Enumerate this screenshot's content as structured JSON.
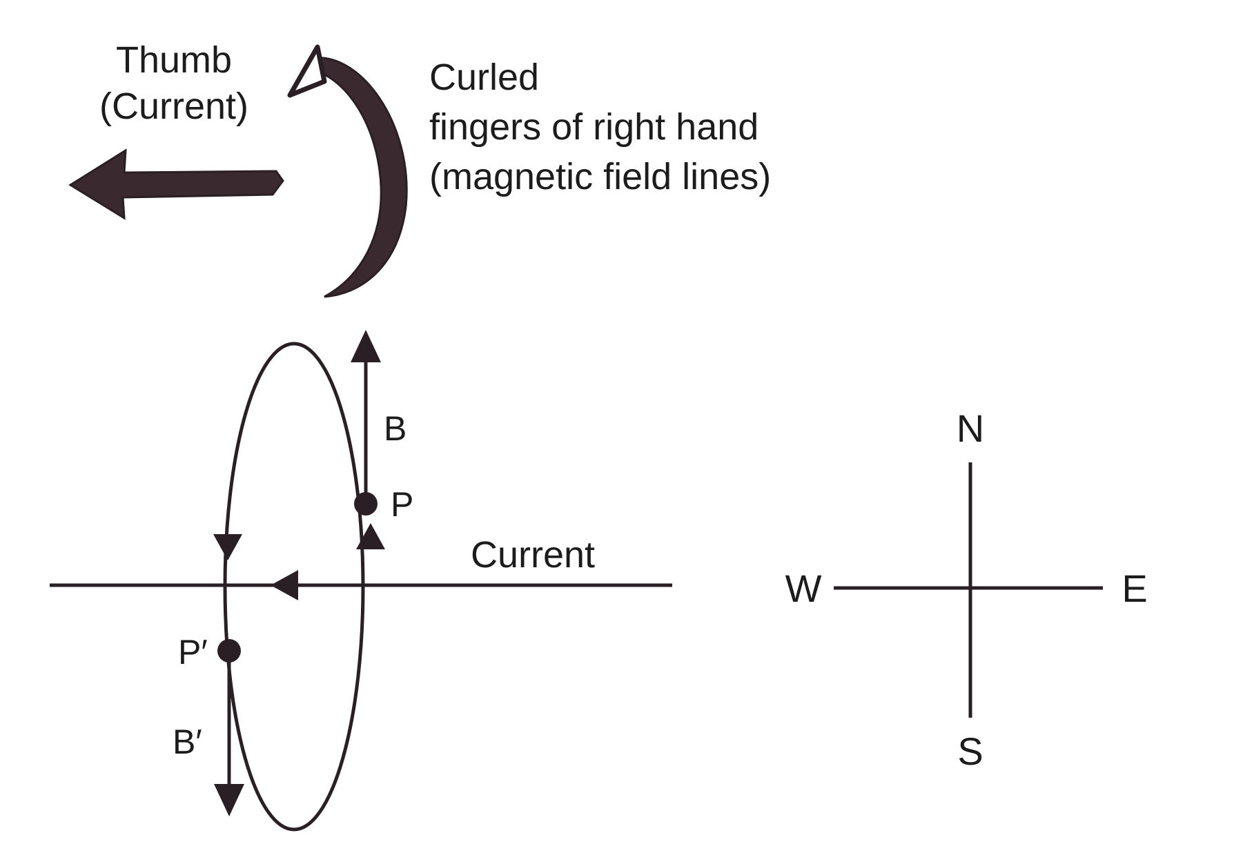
{
  "thumb": {
    "line1": "Thumb",
    "line2": "(Current)"
  },
  "fingers": {
    "line1": "Curled",
    "line2": "fingers of right hand",
    "line3": "(magnetic field lines)"
  },
  "wire": {
    "label": "Current"
  },
  "points": {
    "p": "P",
    "p_prime": "P′",
    "b": "B",
    "b_prime": "B′"
  },
  "compass": {
    "north": "N",
    "south": "S",
    "east": "E",
    "west": "W"
  },
  "colors": {
    "ink": "#2a1f24",
    "arrow_fill": "#3a2a30",
    "text": "#1c1c1c"
  }
}
